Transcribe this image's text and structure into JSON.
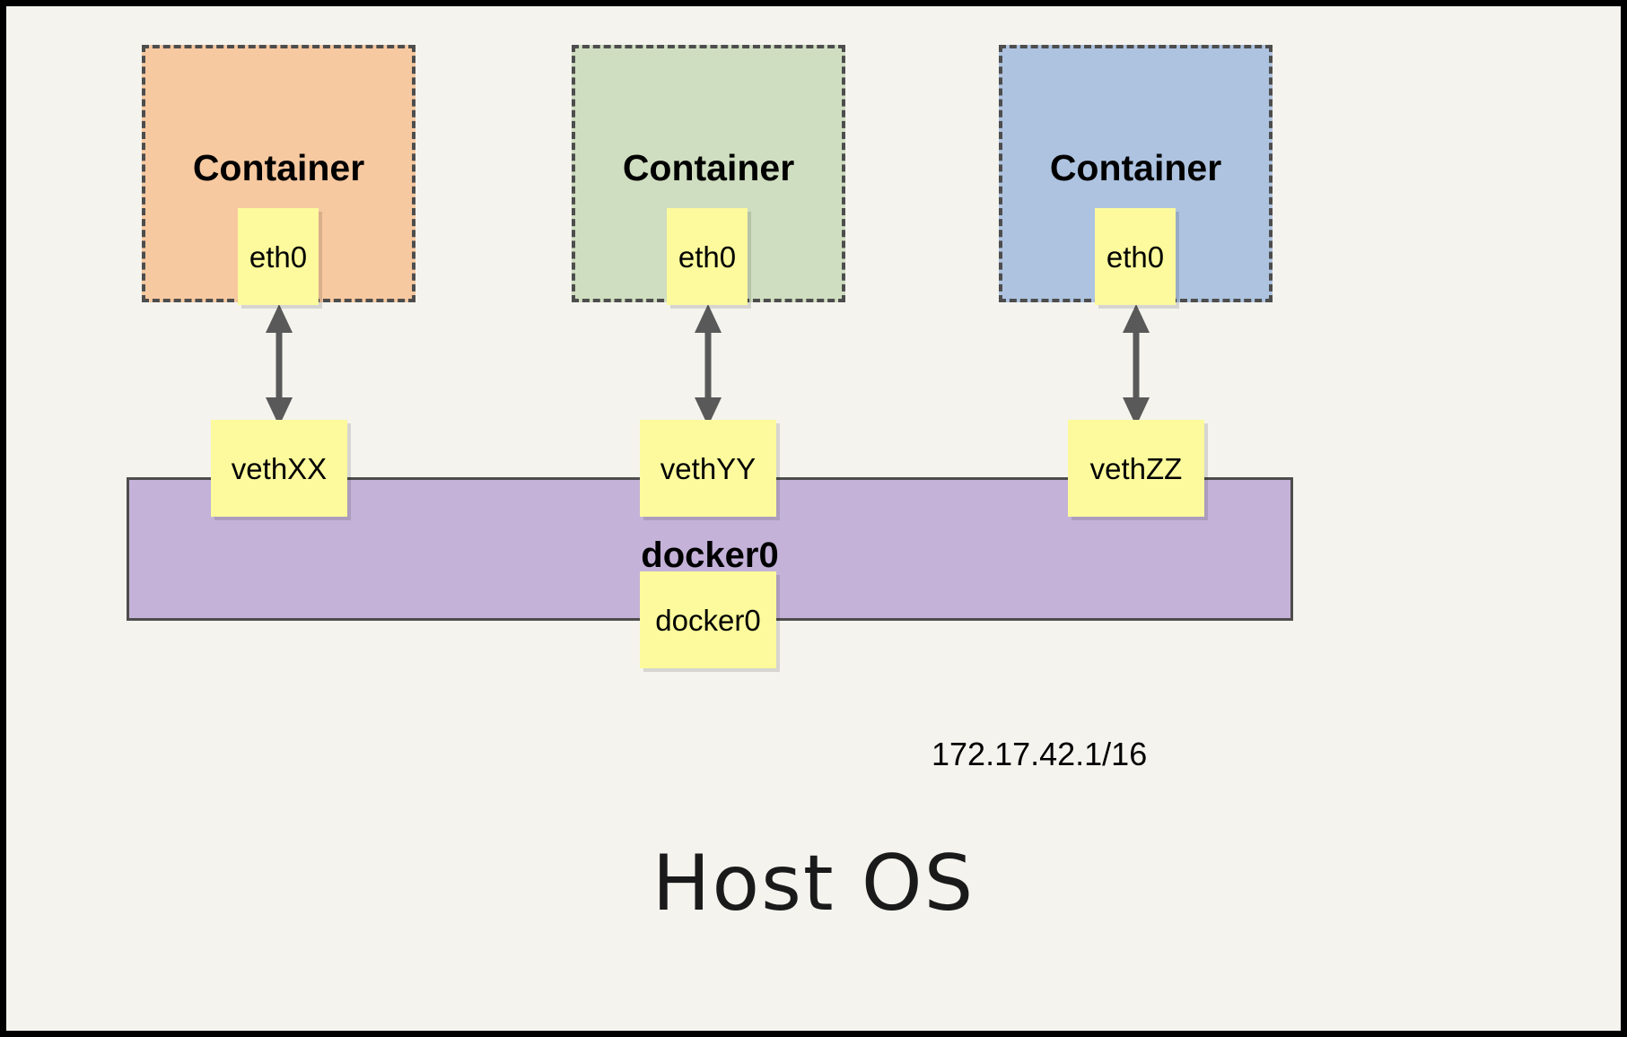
{
  "diagram": {
    "title_bottom": "Host OS",
    "bridge": {
      "name": "docker0",
      "note_label": "docker0",
      "ip": "172.17.42.1/16"
    },
    "containers": [
      {
        "title": "Container",
        "interface": "eth0",
        "color": "#f7c9a0",
        "veth": "vethXX"
      },
      {
        "title": "Container",
        "interface": "eth0",
        "color": "#cfdec0",
        "veth": "vethYY"
      },
      {
        "title": "Container",
        "interface": "eth0",
        "color": "#aec3e0",
        "veth": "vethZZ"
      }
    ],
    "colors": {
      "page_background": "#f4f3ee",
      "outer_border": "#000000",
      "note_fill": "#fcfa9c",
      "bridge_fill": "#c4b2d8",
      "stroke": "#4d4d4d",
      "arrow": "#595959"
    }
  }
}
